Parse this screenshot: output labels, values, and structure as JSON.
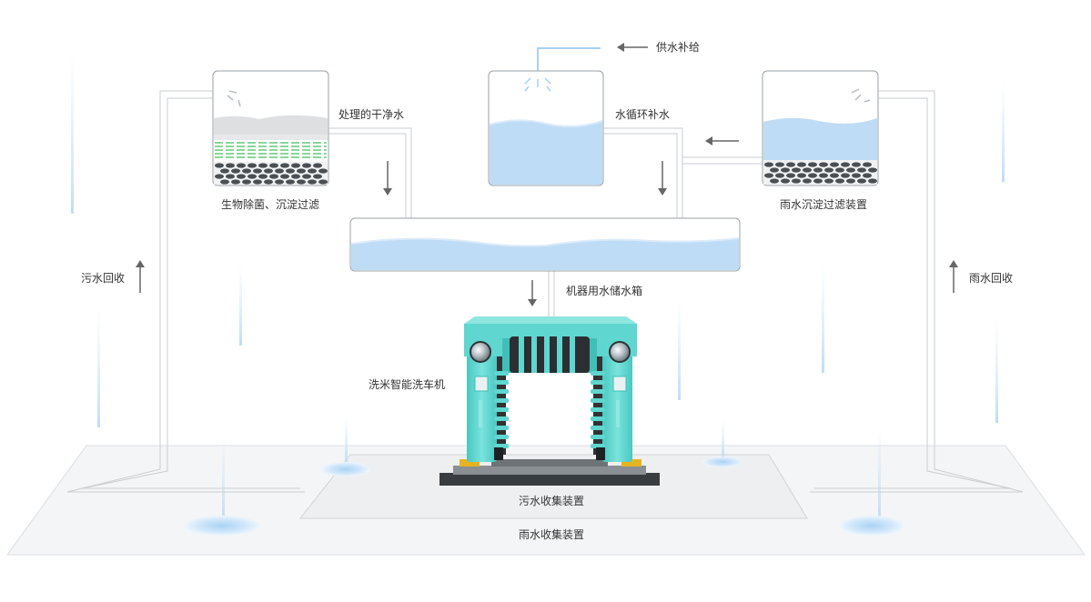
{
  "labels": {
    "supply": "供水补给",
    "treated": "处理的干净水",
    "circulation": "水循环补水",
    "bio": "生物除菌、沉淀过滤",
    "rain_settle": "雨水沉淀过滤装置",
    "storage": "机器用水储水箱",
    "sewage_recycle": "污水回收",
    "rain_recycle": "雨水回收",
    "machine": "洗米智能洗车机",
    "sewage_collect": "污水收集装置",
    "rain_collect": "雨水收集装置"
  },
  "colors": {
    "water": "#bfdcf6",
    "water_edge": "#dcebf9",
    "machine": "#5fd6cf",
    "machine_dark": "#3fbfb8",
    "roller_black": "#222222",
    "filter_green": "#63c979",
    "filter_dark": "#555555",
    "pipe": "#cfd4d8",
    "arrow": "#666666",
    "ground": "#f3f4f5",
    "ground_edge": "#d8dadc"
  },
  "icons": [
    "arrow-left-icon",
    "arrow-down-icon",
    "arrow-up-icon",
    "car-wash-machine-icon",
    "water-drop-icon"
  ]
}
